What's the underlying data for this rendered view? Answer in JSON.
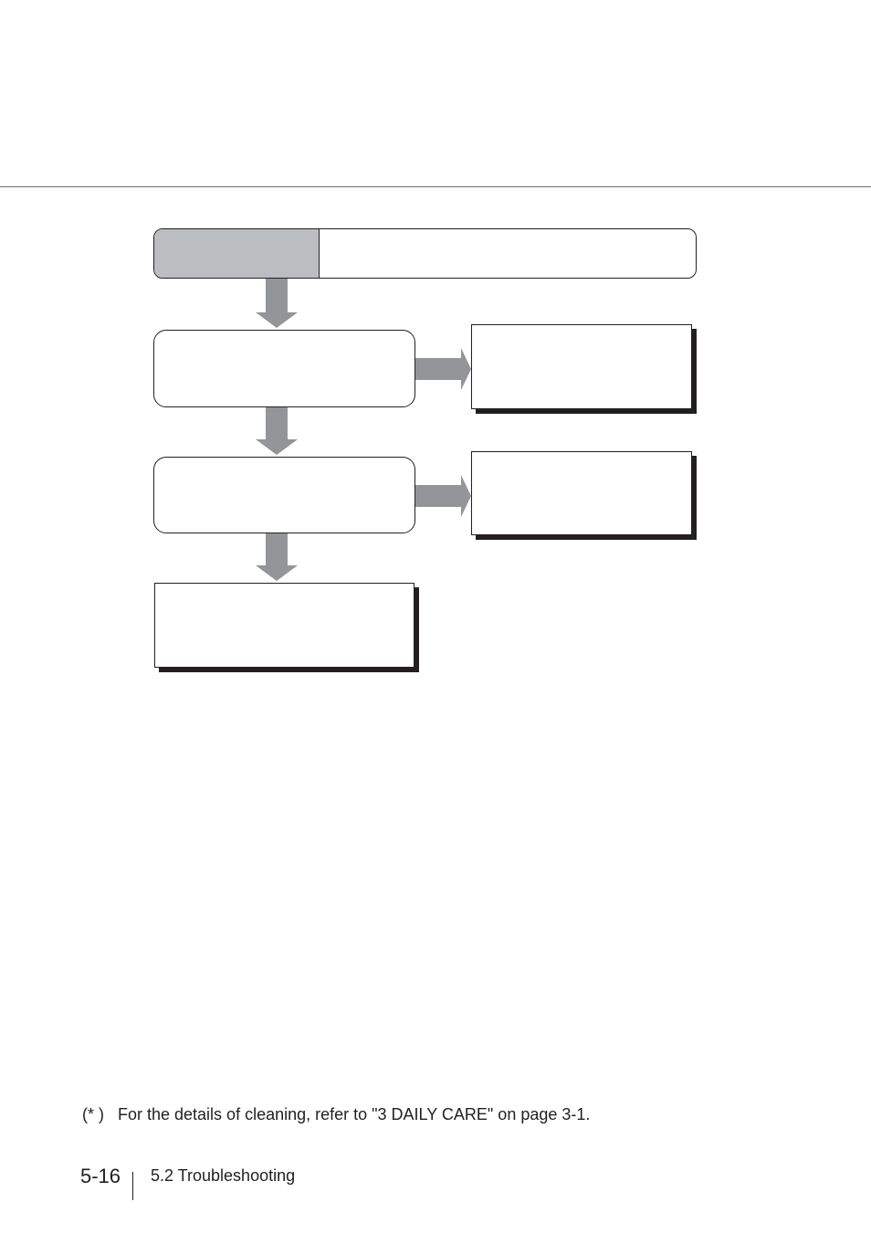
{
  "footnote": {
    "marker": "(* )",
    "text": "For the details of cleaning, refer to \"3  DAILY CARE\" on page 3-1."
  },
  "footer": {
    "page_number": "5-16",
    "section": "5.2 Troubleshooting"
  },
  "colors": {
    "header_tab": "#bcbdc0",
    "arrow": "#939598",
    "ink": "#231f20"
  },
  "icons": {
    "down_arrow": "down-arrow-icon",
    "right_arrow": "right-arrow-icon"
  }
}
